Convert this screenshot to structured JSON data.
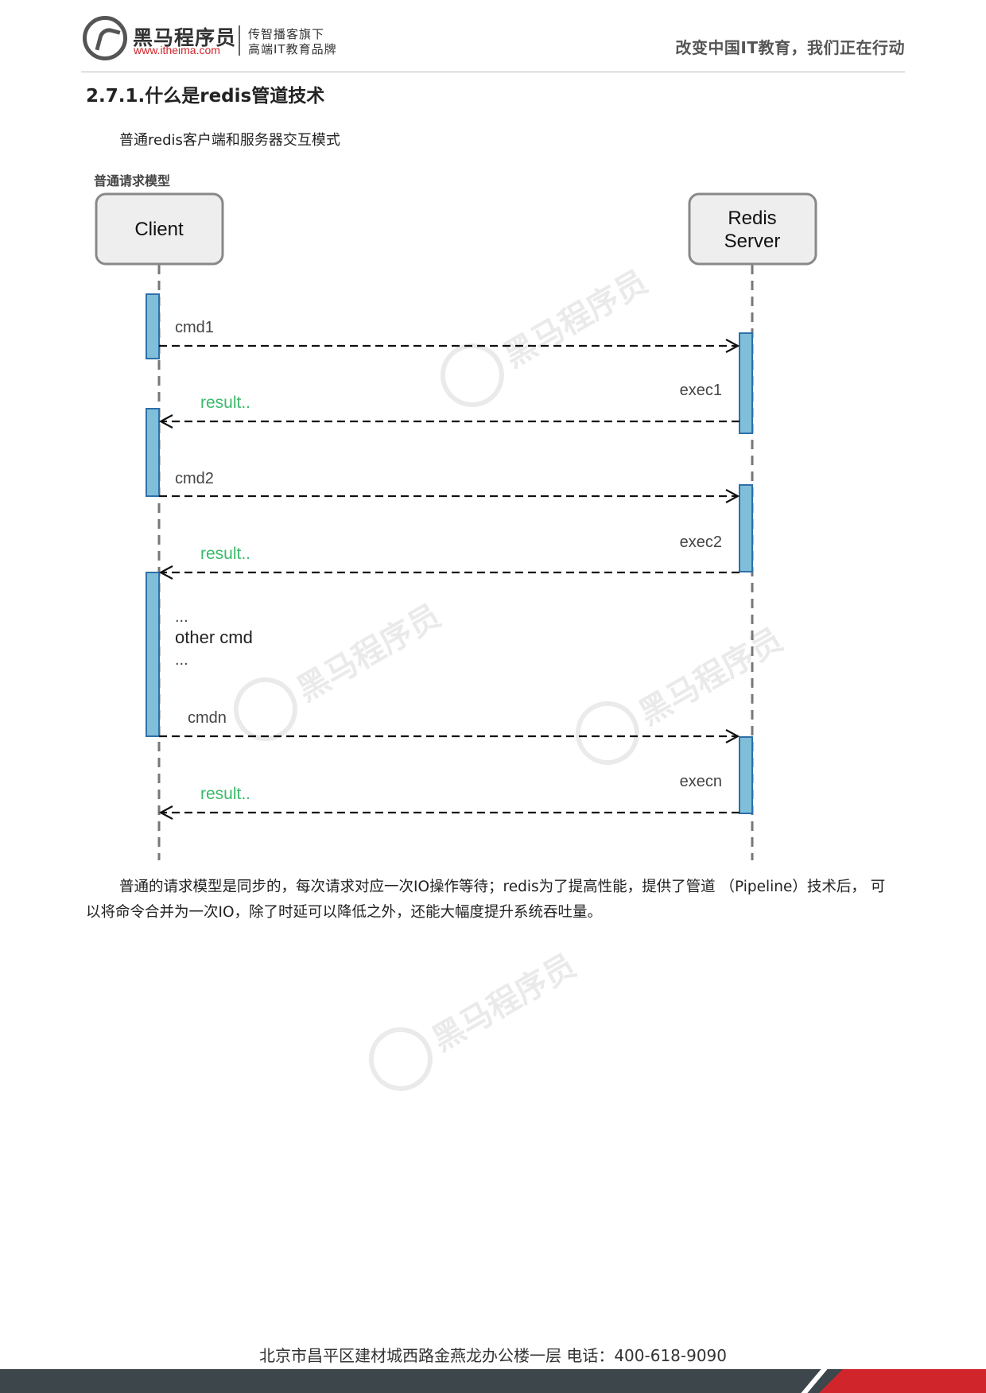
{
  "header": {
    "logo_name": "黑马程序员",
    "logo_url": "www.itheima.com",
    "slogan_line1": "传智播客旗下",
    "slogan_line2": "高端IT教育品牌",
    "right_slogan": "改变中国IT教育，我们正在行动"
  },
  "section": {
    "title": "2.7.1.什么是redis管道技术",
    "intro": "普通redis客户端和服务器交互模式",
    "diagram_label": "普通请求模型",
    "conclusion": "普通的请求模型是同步的，每次请求对应一次IO操作等待；redis为了提高性能，提供了管道 （Pipeline）技术后， 可以将命令合并为一次IO，除了时延可以降低之外，还能大幅度提升系统吞吐量。"
  },
  "diagram": {
    "client": "Client",
    "server_line1": "Redis",
    "server_line2": "Server",
    "cmd1": "cmd1",
    "exec1": "exec1",
    "result1": "result..",
    "cmd2": "cmd2",
    "exec2": "exec2",
    "result2": "result..",
    "ellipsis1": "...",
    "other_cmd": "other cmd",
    "ellipsis2": "...",
    "cmdn": "cmdn",
    "execn": "execn",
    "result3": "result..",
    "result_color": "#3cb96a",
    "activation_color": "#7fbfd9"
  },
  "footer": {
    "address": "北京市昌平区建材城西路金燕龙办公楼一层   电话：400-618-9090"
  }
}
